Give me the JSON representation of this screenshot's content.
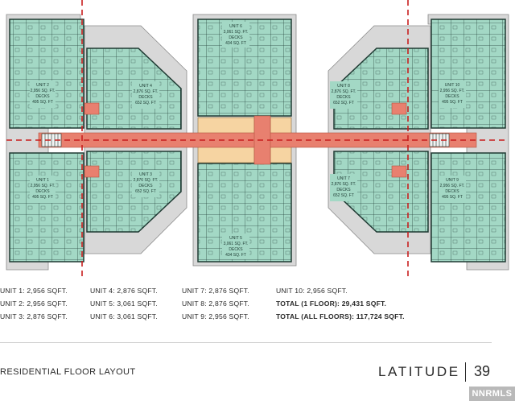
{
  "plan": {
    "units": [
      {
        "id": "unit1",
        "lines": [
          "UNIT 1",
          "2,956 SQ. FT.",
          "DECKS",
          "495 SQ. FT"
        ]
      },
      {
        "id": "unit2",
        "lines": [
          "UNIT 2",
          "2,956 SQ. FT.",
          "DECKS",
          "495 SQ. FT"
        ]
      },
      {
        "id": "unit3",
        "lines": [
          "UNIT 3",
          "2,876 SQ. FT.",
          "DECKS",
          "652 SQ. FT"
        ]
      },
      {
        "id": "unit4",
        "lines": [
          "UNIT 4",
          "2,876 SQ. FT.",
          "DECKS",
          "652 SQ. FT"
        ]
      },
      {
        "id": "unit5",
        "lines": [
          "UNIT 5",
          "3,061 SQ. FT.",
          "DECKS",
          "434 SQ. FT"
        ]
      },
      {
        "id": "unit6",
        "lines": [
          "UNIT 6",
          "3,061 SQ. FT.",
          "DECKS",
          "434 SQ. FT"
        ]
      },
      {
        "id": "unit7",
        "lines": [
          "UNIT 7",
          "2,876 SQ. FT.",
          "DECKS",
          "652 SQ. FT"
        ]
      },
      {
        "id": "unit8",
        "lines": [
          "UNIT 8",
          "2,876 SQ. FT.",
          "DECKS",
          "652 SQ. FT"
        ]
      },
      {
        "id": "unit9",
        "lines": [
          "UNIT 9",
          "2,956 SQ. FT.",
          "DECKS",
          "495 SQ. FT"
        ]
      },
      {
        "id": "unit10",
        "lines": [
          "UNIT 10",
          "2,956 SQ. FT.",
          "DECKS",
          "495 SQ. FT"
        ]
      }
    ],
    "colors": {
      "unit_fill": "#9fd6c2",
      "wall": "#1f3a33",
      "deck": "#d9d9d9",
      "corridor": "#e8806f",
      "amenity": "#f6d4a2",
      "dash": "#c81e1e"
    }
  },
  "summary": {
    "col1": [
      "UNIT 1: 2,956 SQFT.",
      "UNIT 2: 2,956 SQFT.",
      "UNIT 3: 2,876 SQFT."
    ],
    "col2": [
      "UNIT 4: 2,876 SQFT.",
      "UNIT 5: 3,061 SQFT.",
      "UNIT 6: 3,061 SQFT."
    ],
    "col3": [
      "UNIT 7: 2,876 SQFT.",
      "UNIT 8: 2,876 SQFT.",
      "UNIT 9: 2,956 SQFT."
    ],
    "col4": [
      "UNIT 10: 2,956 SQFT.",
      "TOTAL (1 FLOOR): 29,431 SQFT.",
      "TOTAL (ALL FLOORS): 117,724 SQFT."
    ]
  },
  "footer": {
    "title": "RESIDENTIAL FLOOR LAYOUT",
    "brand": "LATITUDE",
    "page": "39",
    "watermark": "NNRMLS"
  }
}
